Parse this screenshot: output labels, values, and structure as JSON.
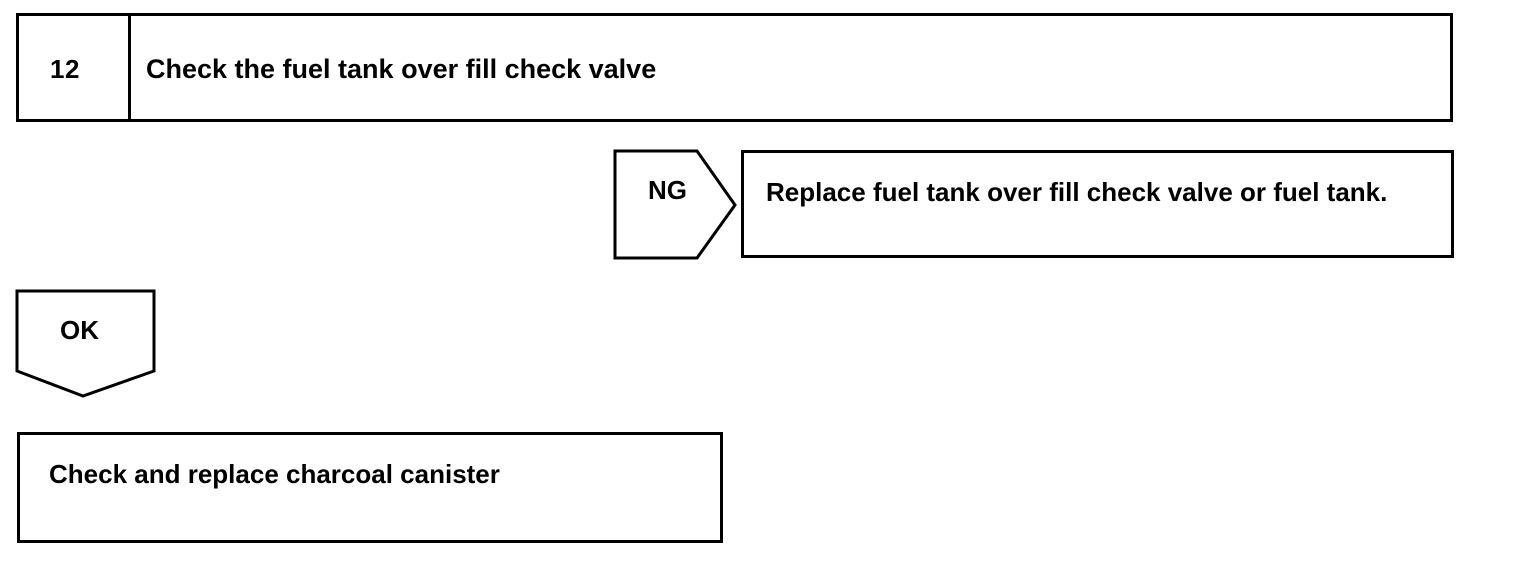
{
  "step": {
    "number": "12",
    "title": "Check the fuel tank over fill check valve"
  },
  "ng_branch": {
    "label": "NG",
    "action": "Replace fuel tank over fill check valve or fuel tank."
  },
  "ok_branch": {
    "label": "OK",
    "action": "Check and replace charcoal canister"
  },
  "colors": {
    "stroke": "#000000",
    "background": "#ffffff"
  }
}
